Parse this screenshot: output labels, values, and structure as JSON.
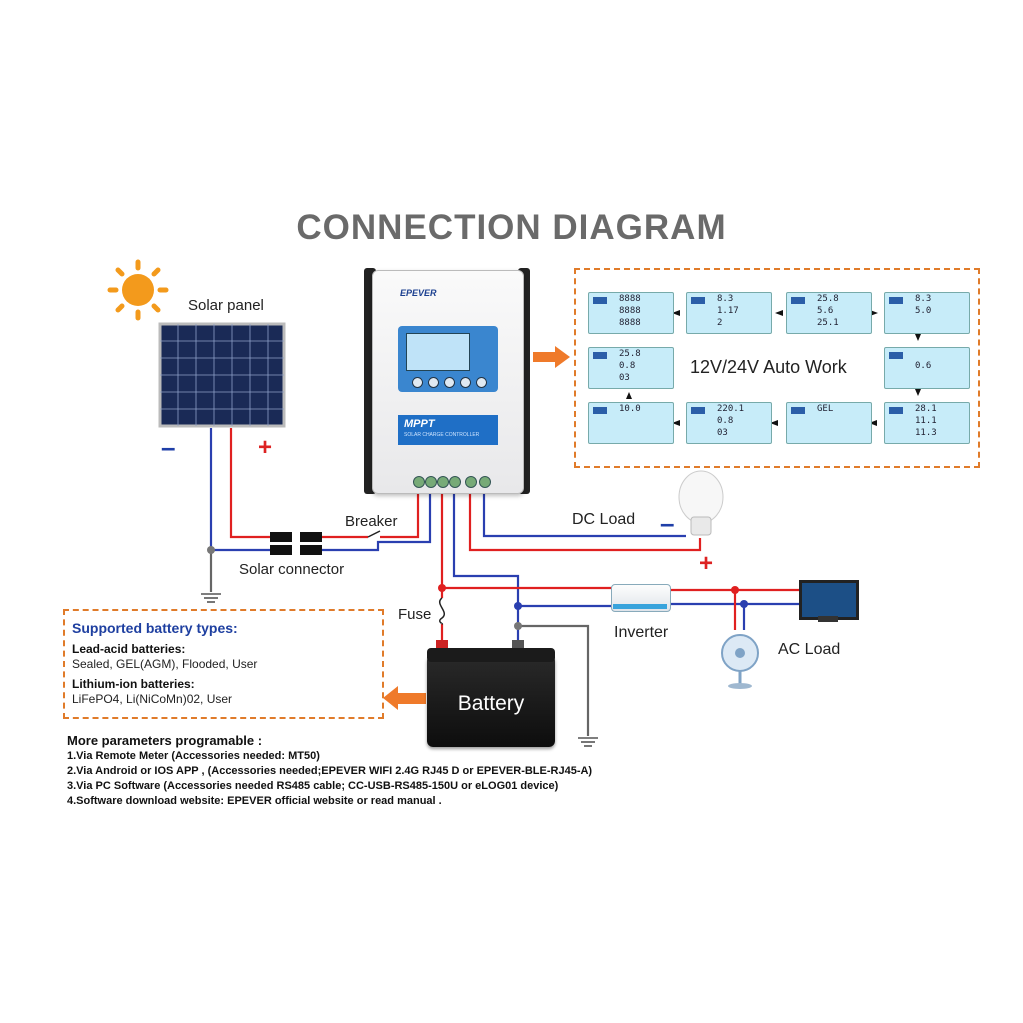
{
  "title": "CONNECTION  DIAGRAM",
  "labels": {
    "solar_panel": "Solar panel",
    "breaker": "Breaker",
    "solar_connector": "Solar connector",
    "dc_load": "DC Load",
    "fuse": "Fuse",
    "inverter": "Inverter",
    "ac_load": "AC Load",
    "battery": "Battery",
    "minus": "–",
    "plus": "+",
    "auto_work": "12V/24V  Auto Work"
  },
  "controller": {
    "brand": "EPEVER",
    "model": "MPPT",
    "subtitle": "SOLAR CHARGE CONTROLLER"
  },
  "lcd_screens": [
    {
      "line1": "8888",
      "line2": "8888",
      "line3": "8888"
    },
    {
      "line1": "8.3",
      "line2": "1.17",
      "line3": "2"
    },
    {
      "line1": "25.8",
      "line2": "5.6",
      "line3": "25.1"
    },
    {
      "line1": "8.3",
      "line2": "5.0",
      "line3": ""
    },
    {
      "line1": "25.8",
      "line2": "0.8",
      "line3": "03"
    },
    {
      "line1": "",
      "line2": "0.6",
      "line3": ""
    },
    {
      "line1": "10.0",
      "line2": "",
      "line3": ""
    },
    {
      "line1": "220.1",
      "line2": "0.8",
      "line3": "03"
    },
    {
      "line1": "GEL",
      "line2": "",
      "line3": ""
    },
    {
      "line1": "28.1",
      "line2": "11.1",
      "line3": "11.3"
    }
  ],
  "battery_types": {
    "title": "Supported battery types:",
    "lead_acid_head": "Lead-acid batteries:",
    "lead_acid_list": "Sealed, GEL(AGM), Flooded,  User",
    "lithium_head": "Lithium-ion batteries:",
    "lithium_list": "LiFePO4, Li(NiCoMn)02, User"
  },
  "params": {
    "heading": "More parameters programable :",
    "items": [
      "1.Via Remote Meter (Accessories needed: MT50)",
      "2.Via Android or IOS APP , (Accessories needed;EPEVER WIFI 2.4G RJ45 D or EPEVER-BLE-RJ45-A)",
      "3.Via PC Software (Accessories needed RS485 cable; CC-USB-RS485-150U or eLOG01 device)",
      "4.Software download website: EPEVER official website or read manual ."
    ]
  },
  "colors": {
    "positive_wire": "#e02020",
    "negative_wire": "#2a3fb0",
    "accent_orange": "#e07b2a",
    "title_gray": "#6a6a6a"
  }
}
